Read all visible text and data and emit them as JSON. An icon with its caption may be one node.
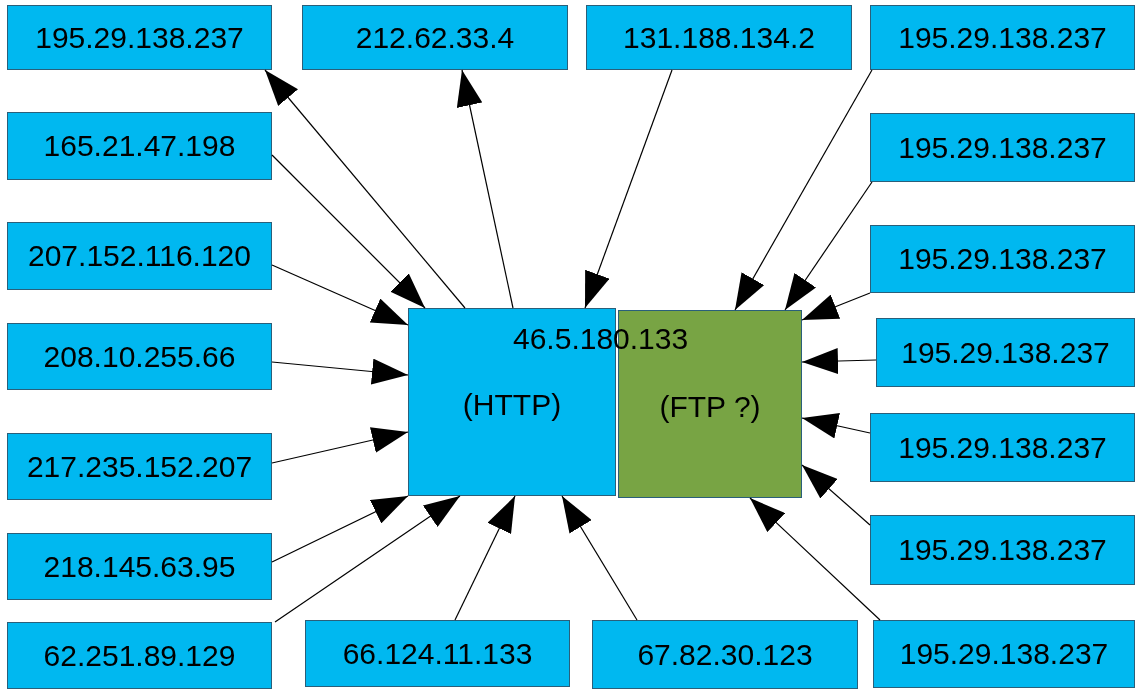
{
  "diagram": {
    "nodes": [
      {
        "text": [
          "195.29.138.237"
        ]
      },
      {
        "text": [
          "212.62.33.4"
        ]
      },
      {
        "text": [
          "131.188.134.2"
        ]
      },
      {
        "text": [
          "195.29.138.237"
        ]
      },
      {
        "text": [
          "165.21.47.198"
        ]
      },
      {
        "text": [
          "207.152.116.120"
        ]
      },
      {
        "text": [
          "208.10.255.66"
        ]
      },
      {
        "text": [
          "217.235.152.207"
        ]
      },
      {
        "text": [
          "218.145.63.95"
        ]
      },
      {
        "text": [
          "62.251.89.129"
        ]
      },
      {
        "text": [
          "66.124.11.133"
        ]
      },
      {
        "text": [
          "67.82.30.123"
        ]
      },
      {
        "text": [
          "195.29.138.237"
        ]
      },
      {
        "text": [
          "195.29.138.237"
        ]
      },
      {
        "text": [
          "195.29.138.237"
        ]
      },
      {
        "text": [
          "195.29.138.237"
        ]
      },
      {
        "text": [
          "195.29.138.237"
        ]
      },
      {
        "text": [
          "195.29.138.237"
        ]
      },
      {
        "text": [
          "(HTTP)"
        ]
      },
      {
        "text": [
          "(FTP ?)"
        ]
      }
    ],
    "edges": [
      {
        "from": 18,
        "to": 0,
        "arrow": "to"
      },
      {
        "from": 18,
        "to": 1,
        "arrow": "to"
      },
      {
        "from": 2,
        "to": 18,
        "arrow": "to"
      },
      {
        "from": 3,
        "to": 19,
        "arrow": "to"
      },
      {
        "from": 4,
        "to": 18,
        "arrow": "to"
      },
      {
        "from": 5,
        "to": 18,
        "arrow": "to"
      },
      {
        "from": 6,
        "to": 18,
        "arrow": "to"
      },
      {
        "from": 7,
        "to": 18,
        "arrow": "to"
      },
      {
        "from": 8,
        "to": 18,
        "arrow": "to"
      },
      {
        "from": 9,
        "to": 18,
        "arrow": "to"
      },
      {
        "from": 10,
        "to": 18,
        "arrow": "to"
      },
      {
        "from": 11,
        "to": 18,
        "arrow": "to"
      },
      {
        "from": 12,
        "to": 19,
        "arrow": "to"
      },
      {
        "from": 13,
        "to": 19,
        "arrow": "to"
      },
      {
        "from": 14,
        "to": 19,
        "arrow": "to"
      },
      {
        "from": 15,
        "to": 19,
        "arrow": "to"
      },
      {
        "from": 16,
        "to": 19,
        "arrow": "to"
      },
      {
        "from": 17,
        "to": 19,
        "arrow": "to"
      }
    ],
    "labels": [
      "46.5.180.133"
    ]
  }
}
